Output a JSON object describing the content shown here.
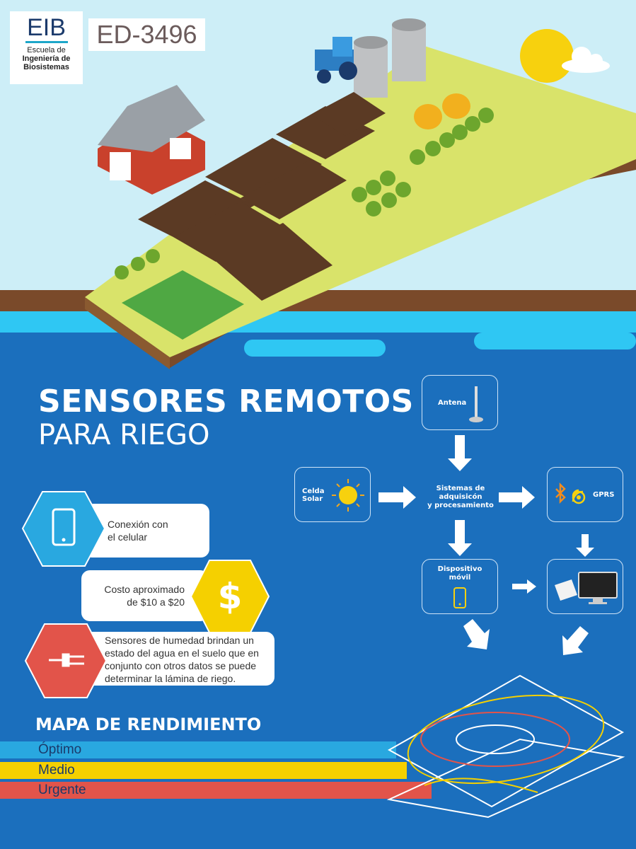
{
  "logo": {
    "acronym": "EIB",
    "line1": "Escuela de",
    "line2": "Ingeniería de",
    "line3": "Biosistemas"
  },
  "code": "ED-3496",
  "title": {
    "line1": "SENSORES REMOTOS",
    "line2": "PARA RIEGO"
  },
  "features": [
    {
      "text_a": "Conexión con",
      "text_b": "el celular",
      "icon": "smartphone-icon",
      "color": "#29a8e0"
    },
    {
      "text_a": "Costo aproximado",
      "text_b": "de $10 a $20",
      "icon": "dollar-icon",
      "color": "#f5d000"
    },
    {
      "text_a": "Sensores de humedad brindan un",
      "text_b": "estado del agua en el suelo que en",
      "text_c": "conjunto con otros datos se puede",
      "text_d": "determinar la lámina de riego.",
      "icon": "soil-sensor-icon",
      "color": "#e2544a"
    }
  ],
  "diagram": {
    "antena": "Antena",
    "solar_a": "Celda",
    "solar_b": "Solar",
    "center_a": "Sistemas de",
    "center_b": "adquisicón",
    "center_c": "y procesamiento",
    "gprs": "GPRS",
    "movil_a": "Dispositivo",
    "movil_b": "móvil"
  },
  "mapa": {
    "title": "MAPA DE RENDIMIENTO",
    "levels": [
      {
        "label": "Óptimo",
        "color": "#29a8e0"
      },
      {
        "label": "Medio",
        "color": "#f5d000"
      },
      {
        "label": "Urgente",
        "color": "#e2544a"
      }
    ]
  }
}
